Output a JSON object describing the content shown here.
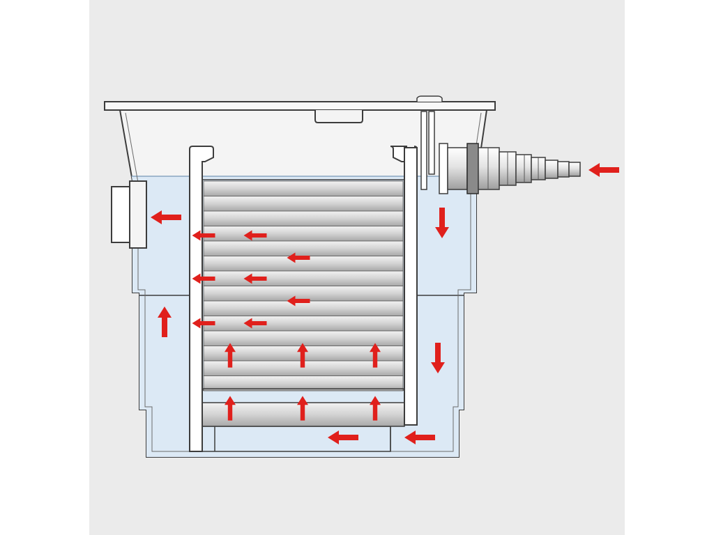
{
  "diagram": {
    "kind": "pond-filter-cross-section",
    "colors": {
      "background": "#ebebeb",
      "outline": "#3c3c3c",
      "water": "#dce9f5",
      "cabinet": "#f4f4f4",
      "sponge_light": "#f0f0f0",
      "sponge_dark": "#a9a9a9",
      "arrow": "#e0201c"
    },
    "parts": [
      "lid",
      "outer-tank",
      "inlet-hose-connector",
      "outlet-port",
      "filter-sponge-stack",
      "bottom-sponge",
      "left-baffle-wall",
      "right-baffle-wall"
    ],
    "flow_arrows": [
      {
        "id": "inlet",
        "direction": "left"
      },
      {
        "id": "right-chamber-upper",
        "direction": "down"
      },
      {
        "id": "right-chamber-lower",
        "direction": "down"
      },
      {
        "id": "bottom-right",
        "direction": "left"
      },
      {
        "id": "bottom-center",
        "direction": "left"
      },
      {
        "id": "bottom-sponge-1",
        "direction": "up"
      },
      {
        "id": "bottom-sponge-2",
        "direction": "up"
      },
      {
        "id": "bottom-sponge-3",
        "direction": "up"
      },
      {
        "id": "sponge-1",
        "direction": "up"
      },
      {
        "id": "sponge-2",
        "direction": "up"
      },
      {
        "id": "sponge-3",
        "direction": "up"
      },
      {
        "id": "sponge-row-a-1",
        "direction": "left"
      },
      {
        "id": "sponge-row-a-2",
        "direction": "left"
      },
      {
        "id": "sponge-row-b-1",
        "direction": "left"
      },
      {
        "id": "sponge-row-c-1",
        "direction": "left"
      },
      {
        "id": "sponge-row-c-2",
        "direction": "left"
      },
      {
        "id": "sponge-row-d-1",
        "direction": "left"
      },
      {
        "id": "sponge-row-e-1",
        "direction": "left"
      },
      {
        "id": "sponge-row-e-2",
        "direction": "left"
      },
      {
        "id": "left-chamber",
        "direction": "up"
      },
      {
        "id": "outlet",
        "direction": "left"
      }
    ]
  }
}
